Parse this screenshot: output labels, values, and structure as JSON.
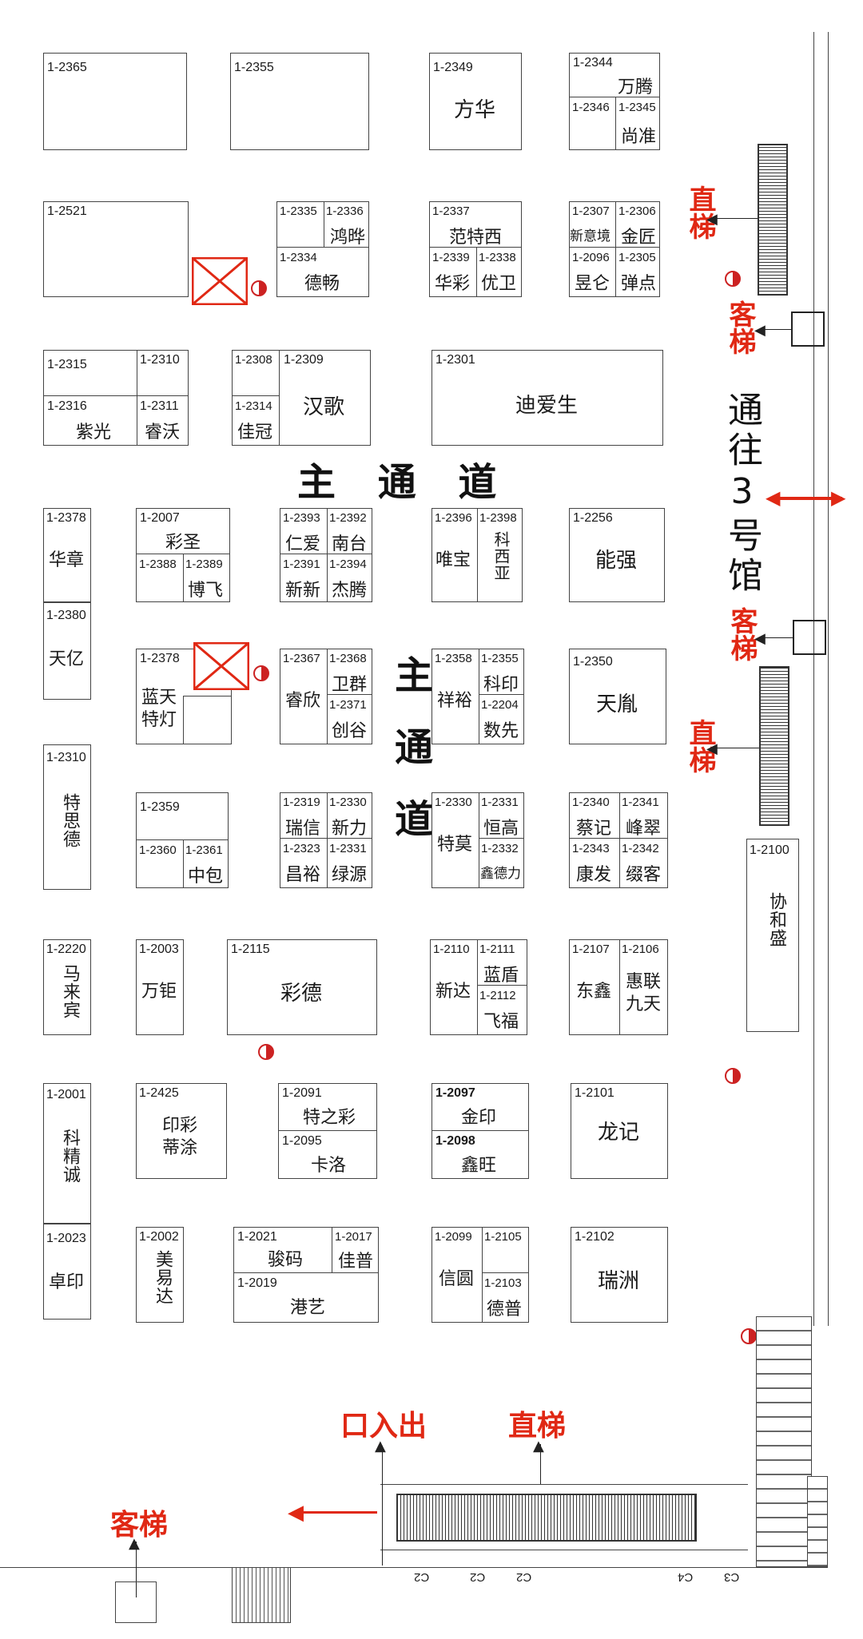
{
  "labels": {
    "main_aisle_h": "主 通 道",
    "main_aisle_v": "主通道",
    "to_hall3": "通往3号馆",
    "elevator1": "直梯",
    "elevator2": "直梯",
    "elevator3": "直梯",
    "lift1": "客梯",
    "lift2": "客梯",
    "lift3": "客梯",
    "exit": "口入出"
  },
  "floor_codes": [
    "C2",
    "C2",
    "C2",
    "C4",
    "C3"
  ],
  "booths": {
    "b2365": {
      "n": "1-2365"
    },
    "b2355": {
      "n": "1-2355"
    },
    "b2349": {
      "n": "1-2349",
      "name": "方华"
    },
    "b2344": {
      "n": "1-2344",
      "name": "万腾"
    },
    "b2346": {
      "n": "1-2346"
    },
    "b2345": {
      "n": "1-2345",
      "name": "尚准"
    },
    "b2521": {
      "n": "1-2521"
    },
    "b2335": {
      "n": "1-2335"
    },
    "b2336": {
      "n": "1-2336",
      "name": "鸿晔"
    },
    "b2334": {
      "n": "1-2334",
      "name": "德畅"
    },
    "b2337": {
      "n": "1-2337",
      "name": "范特西"
    },
    "b2339": {
      "n": "1-2339",
      "name": "华彩"
    },
    "b2338": {
      "n": "1-2338",
      "name": "优卫"
    },
    "b2307": {
      "n": "1-2307",
      "name": "新意境"
    },
    "b2306": {
      "n": "1-2306",
      "name": "金匠"
    },
    "b2096": {
      "n": "1-2096",
      "name": "昱仑"
    },
    "b2305": {
      "n": "1-2305",
      "name": "弹点"
    },
    "b2315": {
      "n": "1-2315"
    },
    "b2310a": {
      "n": "1-2310"
    },
    "b2316": {
      "n": "1-2316",
      "name": "紫光"
    },
    "b2311": {
      "n": "1-2311",
      "name": "睿沃"
    },
    "b2308": {
      "n": "1-2308"
    },
    "b2309": {
      "n": "1-2309",
      "name": "汉歌"
    },
    "b2314": {
      "n": "1-2314",
      "name": "佳冠"
    },
    "b2301": {
      "n": "1-2301",
      "name": "迪爱生"
    },
    "b2378a": {
      "n": "1-2378",
      "name": "华章"
    },
    "b2380": {
      "n": "1-2380",
      "name": "天亿"
    },
    "b2007": {
      "n": "1-2007",
      "name": "彩圣"
    },
    "b2388": {
      "n": "1-2388"
    },
    "b2389": {
      "n": "1-2389",
      "name": "博飞"
    },
    "b2393": {
      "n": "1-2393",
      "name": "仁爱"
    },
    "b2392": {
      "n": "1-2392",
      "name": "南台"
    },
    "b2391": {
      "n": "1-2391",
      "name": "新新"
    },
    "b2394": {
      "n": "1-2394",
      "name": "杰腾"
    },
    "b2396": {
      "n": "1-2396",
      "name": "唯宝"
    },
    "b2398": {
      "n": "1-2398",
      "name": "科西亚"
    },
    "b2256": {
      "n": "1-2256",
      "name": "能强"
    },
    "b2378b": {
      "n": "1-2378",
      "name1": "蓝天",
      "name2": "特灯"
    },
    "b2367": {
      "n": "1-2367",
      "name": "睿欣"
    },
    "b2368": {
      "n": "1-2368",
      "name": "卫群"
    },
    "b2371": {
      "n": "1-2371",
      "name": "创谷"
    },
    "b2358": {
      "n": "1-2358",
      "name": "祥裕"
    },
    "b2355b": {
      "n": "1-2355",
      "name": "科印"
    },
    "b2204": {
      "n": "1-2204",
      "name": "数先"
    },
    "b2350": {
      "n": "1-2350",
      "name": "天胤"
    },
    "b2310b": {
      "n": "1-2310",
      "name": "特思德"
    },
    "b2359": {
      "n": "1-2359"
    },
    "b2360": {
      "n": "1-2360"
    },
    "b2361": {
      "n": "1-2361",
      "name": "中包"
    },
    "b2319": {
      "n": "1-2319",
      "name": "瑞信"
    },
    "b2330a": {
      "n": "1-2330",
      "name": "新力"
    },
    "b2323": {
      "n": "1-2323",
      "name": "昌裕"
    },
    "b2331a": {
      "n": "1-2331",
      "name": "绿源"
    },
    "b2330b": {
      "n": "1-2330",
      "name": "特莫"
    },
    "b2331b": {
      "n": "1-2331",
      "name": "恒高"
    },
    "b2332": {
      "n": "1-2332",
      "name": "鑫德力"
    },
    "b2340": {
      "n": "1-2340",
      "name": "蔡记"
    },
    "b2341": {
      "n": "1-2341",
      "name": "峰翠"
    },
    "b2343": {
      "n": "1-2343",
      "name": "康发"
    },
    "b2342": {
      "n": "1-2342",
      "name": "缀客"
    },
    "b2100": {
      "n": "1-2100",
      "name": "协和盛"
    },
    "b2220": {
      "n": "1-2220",
      "name": "马来宾"
    },
    "b2003": {
      "n": "1-2003",
      "name": "万钜"
    },
    "b2115": {
      "n": "1-2115",
      "name": "彩德"
    },
    "b2110": {
      "n": "1-2110",
      "name": "新达"
    },
    "b2111": {
      "n": "1-2111",
      "name": "蓝盾"
    },
    "b2112": {
      "n": "1-2112",
      "name": "飞福"
    },
    "b2107": {
      "n": "1-2107",
      "name": "东鑫"
    },
    "b2106": {
      "n": "1-2106",
      "name1": "惠联",
      "name2": "九天"
    },
    "b2001": {
      "n": "1-2001",
      "name": "科精诚"
    },
    "b2425": {
      "n": "1-2425",
      "name1": "印彩",
      "name2": "蒂涂"
    },
    "b2091": {
      "n": "1-2091",
      "name": "特之彩"
    },
    "b2095": {
      "n": "1-2095",
      "name": "卡洛"
    },
    "b2097": {
      "n": "1-2097",
      "name": "金印"
    },
    "b2098": {
      "n": "1-2098",
      "name": "鑫旺"
    },
    "b2101": {
      "n": "1-2101",
      "name": "龙记"
    },
    "b2023": {
      "n": "1-2023",
      "name": "卓印"
    },
    "b2002": {
      "n": "1-2002",
      "name": "美易达"
    },
    "b2021": {
      "n": "1-2021",
      "name": "骏码"
    },
    "b2017": {
      "n": "1-2017",
      "name": "佳普"
    },
    "b2019": {
      "n": "1-2019",
      "name": "港艺"
    },
    "b2099": {
      "n": "1-2099",
      "name": "信圆"
    },
    "b2105": {
      "n": "1-2105"
    },
    "b2103": {
      "n": "1-2103",
      "name": "德普"
    },
    "b2102": {
      "n": "1-2102",
      "name": "瑞洲"
    }
  },
  "colors": {
    "accent_red": "#e02814",
    "line": "#444444"
  }
}
